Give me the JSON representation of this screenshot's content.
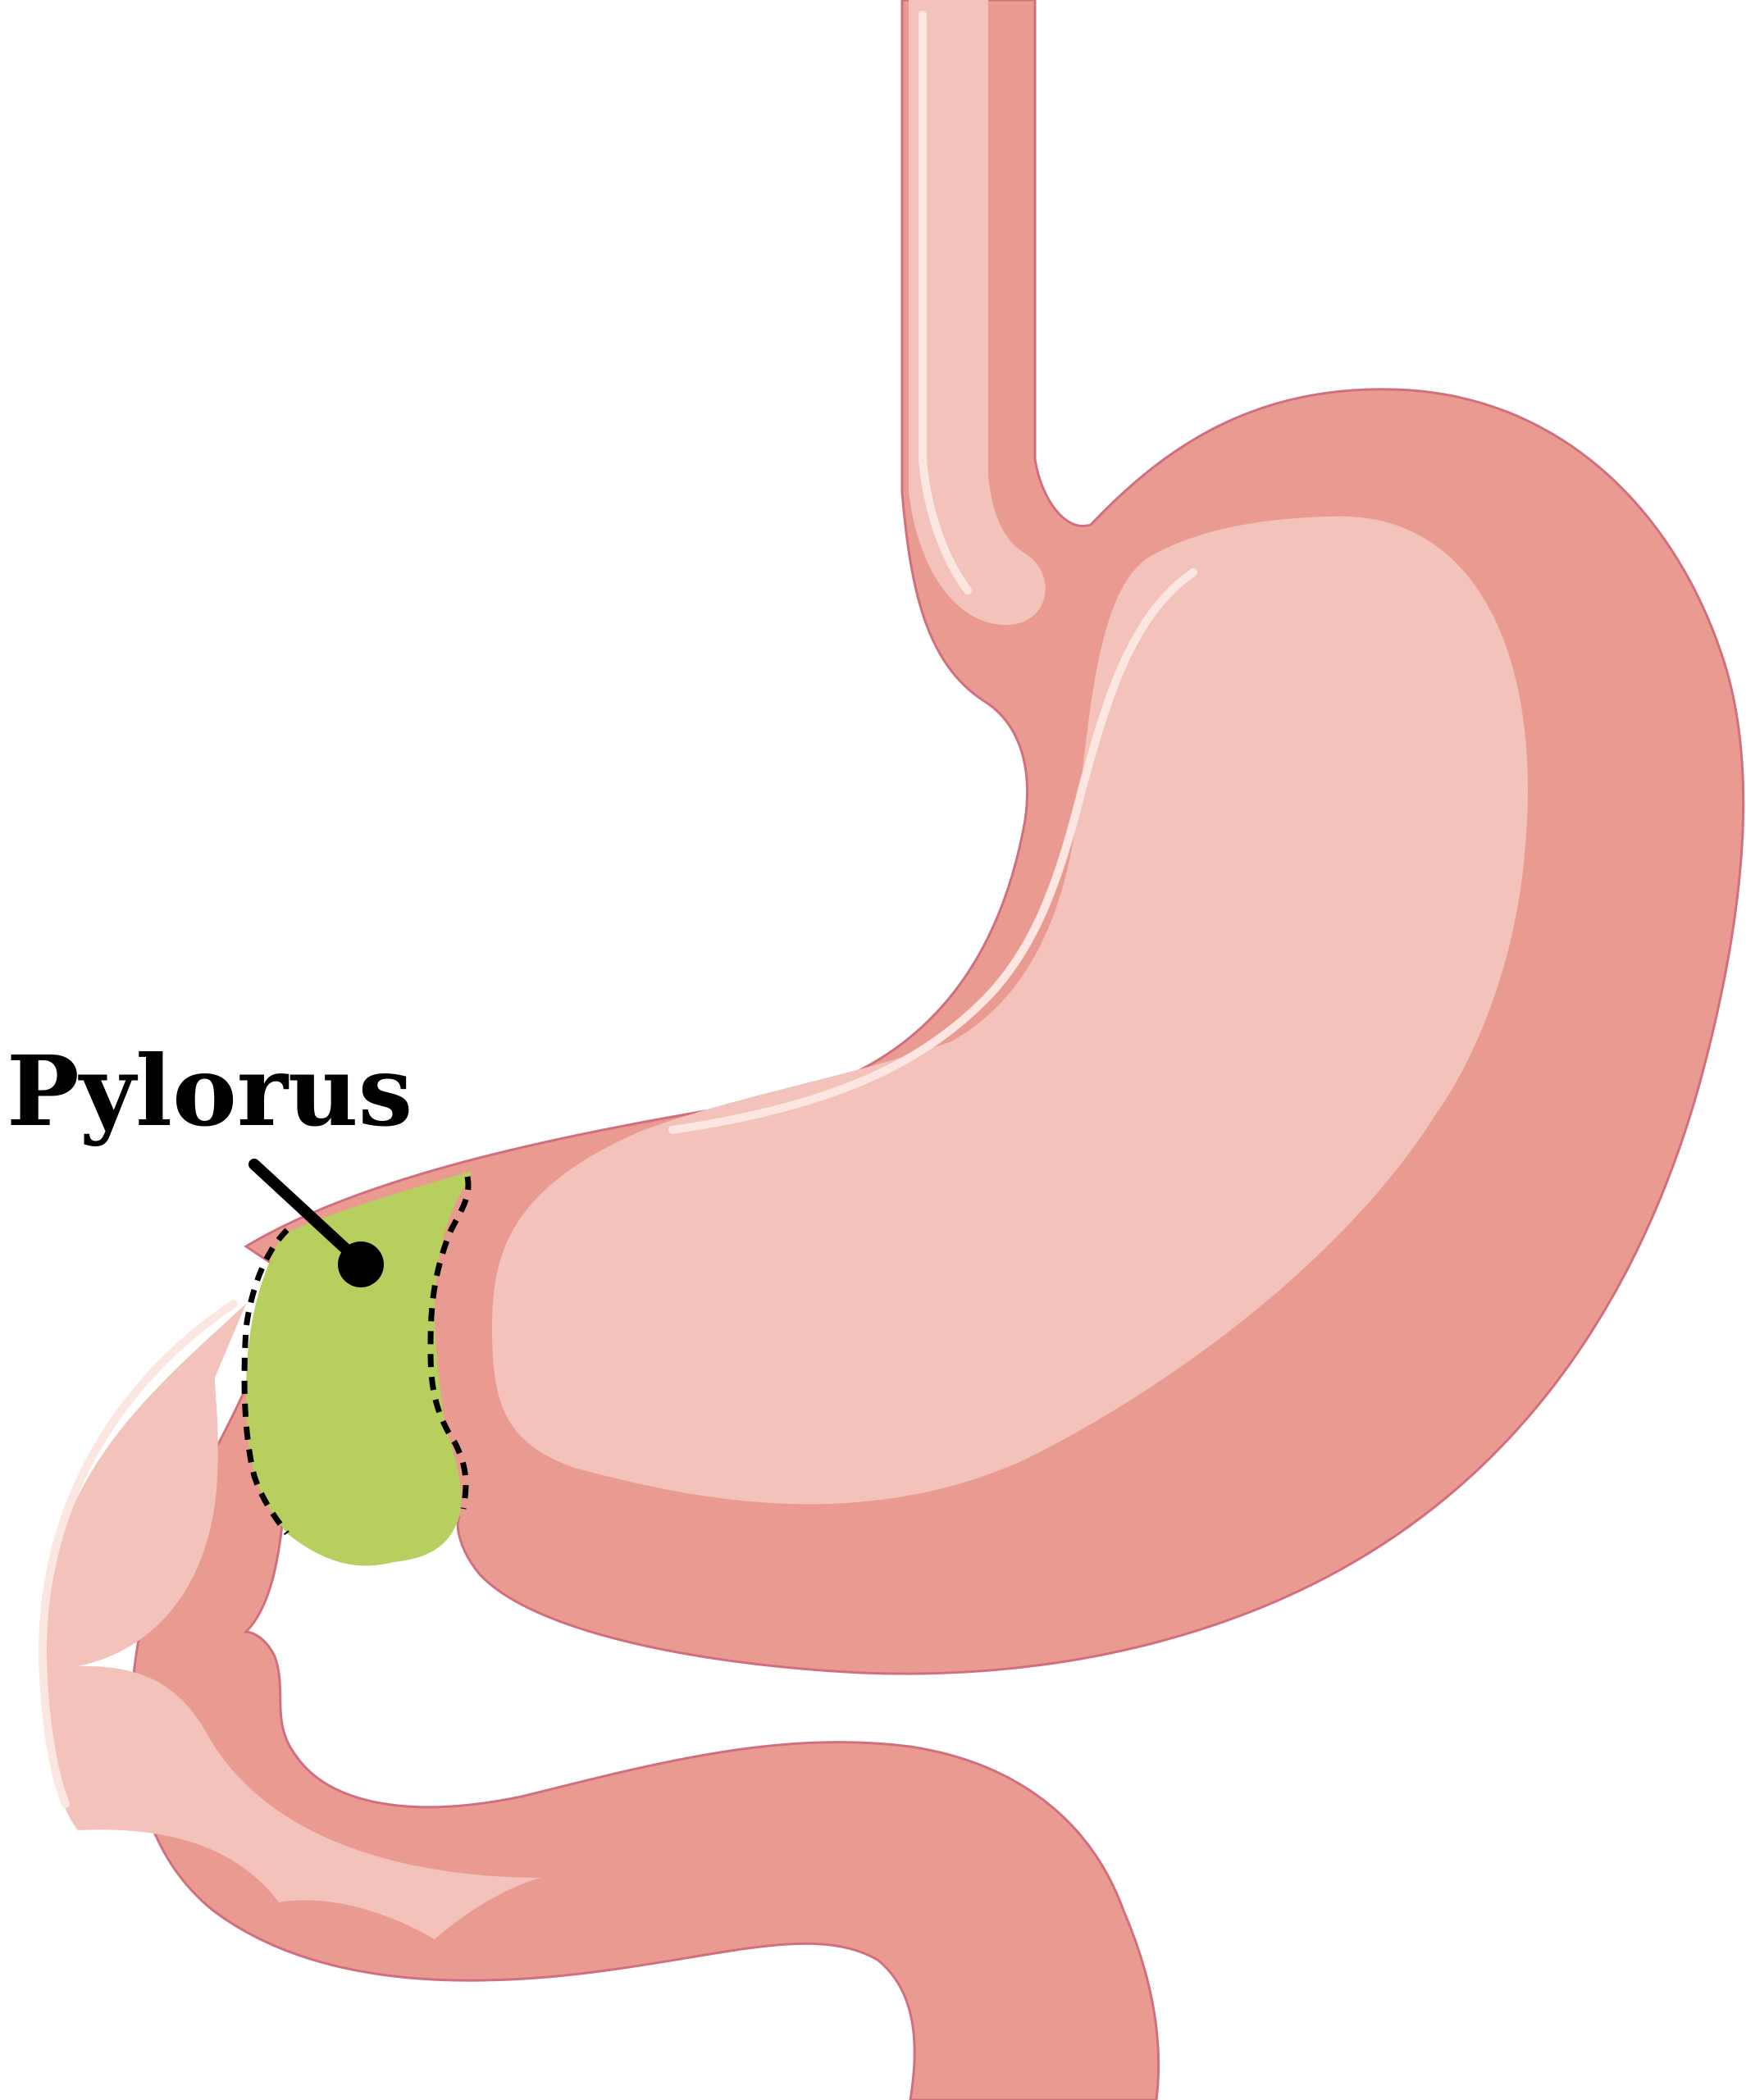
{
  "label": {
    "text": "Pylorus"
  },
  "colors": {
    "outer_wall": "#ea9b91",
    "inner_lining": "#f2c2bb",
    "highlight": "#fbe6e2",
    "outline": "#d26f7f",
    "pylorus_region": "#b6cf5f",
    "pointer": "#000000"
  },
  "icons": {
    "organ": "stomach-with-esophagus-and-duodenum",
    "pointer": "leader-line-with-dot"
  }
}
